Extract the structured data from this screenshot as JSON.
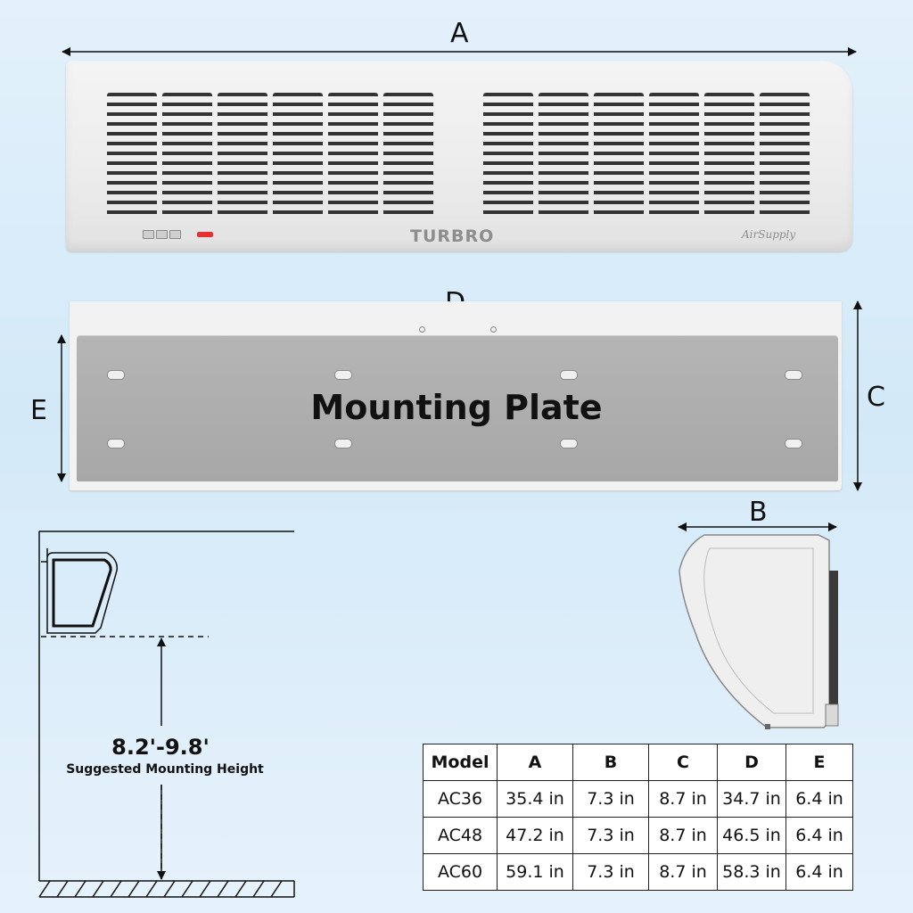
{
  "labels": {
    "a": "A",
    "b": "B",
    "c": "C",
    "d": "D",
    "e": "E"
  },
  "front_unit": {
    "brand": "TURBRO",
    "sub_brand": "AirSupply"
  },
  "mounting_plate": {
    "label": "Mounting Plate"
  },
  "side_diagram": {
    "height_value": "8.2'-9.8'",
    "height_caption": "Suggested Mounting Height"
  },
  "table": {
    "headers": [
      "Model",
      "A",
      "B",
      "C",
      "D",
      "E"
    ],
    "rows": [
      [
        "AC36",
        "35.4 in",
        "7.3 in",
        "8.7 in",
        "34.7 in",
        "6.4 in"
      ],
      [
        "AC48",
        "47.2 in",
        "7.3 in",
        "8.7 in",
        "46.5 in",
        "6.4 in"
      ],
      [
        "AC60",
        "59.1 in",
        "7.3 in",
        "8.7 in",
        "58.3 in",
        "6.4 in"
      ]
    ]
  },
  "colors": {
    "background": "#dcecf9",
    "unit_body": "#ececec",
    "plate": "#aeaeae",
    "indicator_led": "#e53131",
    "line": "#111111"
  }
}
